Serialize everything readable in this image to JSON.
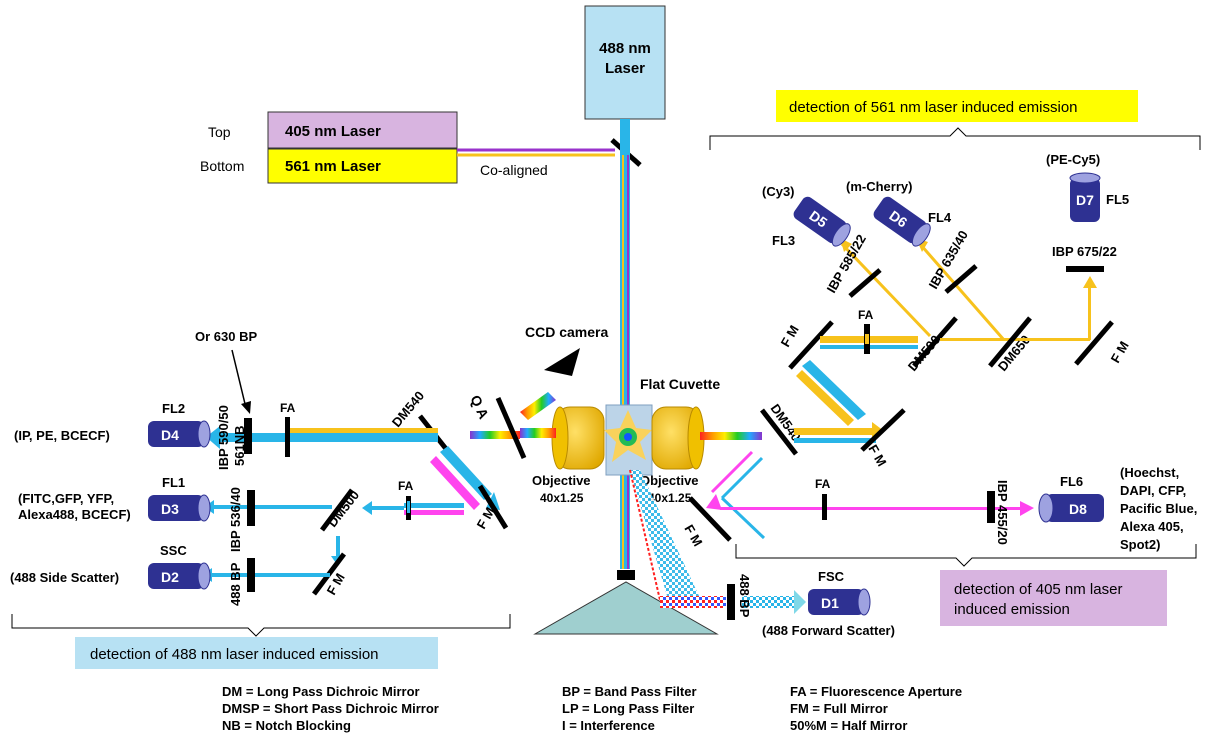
{
  "lasers": {
    "l488": {
      "line1": "488 nm",
      "line2": "Laser"
    },
    "l405": "405 nm Laser",
    "l561": "561 nm Laser",
    "top": "Top",
    "bottom": "Bottom",
    "coaligned": "Co-aligned"
  },
  "colors": {
    "blue_beam": "#29b5e8",
    "yellow_beam": "#f7c21c",
    "magenta_beam": "#ff44ee",
    "detector": "#2e3192",
    "laser488_box": "#b7e1f3",
    "laser405_box": "#d8b4e0",
    "laser561_box": "#ffff00",
    "cuvette": "#bfe0e0"
  },
  "groups": {
    "g561": "detection of 561 nm laser induced emission",
    "g488": "detection of 488 nm laser induced emission",
    "g405_l1": "detection of 405 nm laser",
    "g405_l2": "induced emission"
  },
  "detectors": {
    "d1": {
      "id": "D1",
      "channel": "FSC",
      "note": "(488 Forward Scatter)"
    },
    "d2": {
      "id": "D2",
      "channel": "SSC",
      "note": "(488 Side Scatter)"
    },
    "d3": {
      "id": "D3",
      "channel": "FL1",
      "note1": "(FITC,GFP, YFP,",
      "note2": "Alexa488, BCECF)"
    },
    "d4": {
      "id": "D4",
      "channel": "FL2",
      "note": "(IP, PE, BCECF)"
    },
    "d5": {
      "id": "D5",
      "channel": "FL3",
      "note": "(Cy3)"
    },
    "d6": {
      "id": "D6",
      "channel": "FL4",
      "note": "(m-Cherry)"
    },
    "d7": {
      "id": "D7",
      "channel": "FL5",
      "note": "(PE-Cy5)"
    },
    "d8": {
      "id": "D8",
      "channel": "FL6",
      "notes": [
        "(Hoechst,",
        "DAPI, CFP,",
        "Pacific Blue,",
        "Alexa 405,",
        "Spot2)"
      ]
    }
  },
  "filters": {
    "ibp590": "IBP 590/50",
    "nb561": "561NB",
    "or630": "Or 630 BP",
    "ibp536": "IBP 536/40",
    "bp488_side": "488 BP",
    "bp488_fwd": "488 BP",
    "ibp585": "IBP 585/22",
    "ibp635": "IBP 635/40",
    "ibp675": "IBP 675/22",
    "ibp455": "IBP 455/20"
  },
  "mirrors": {
    "dm540_left": "DM540",
    "dm500": "DM500",
    "dm540_right": "DM540",
    "dm590": "DM590",
    "dm650": "DM650",
    "qa": "Q A",
    "fm": "F M",
    "fa": "FA"
  },
  "optics": {
    "ccd": "CCD camera",
    "cuvette": "Flat Cuvette",
    "objective": "Objective",
    "objective_spec": "40x1.25"
  },
  "legend": {
    "col1": [
      "DM = Long Pass Dichroic Mirror",
      "DMSP = Short Pass Dichroic Mirror",
      "NB = Notch Blocking"
    ],
    "col2": [
      "BP = Band Pass Filter",
      "LP = Long Pass Filter",
      "I = Interference"
    ],
    "col3": [
      "FA = Fluorescence Aperture",
      "FM = Full Mirror",
      "50%M = Half Mirror"
    ]
  }
}
